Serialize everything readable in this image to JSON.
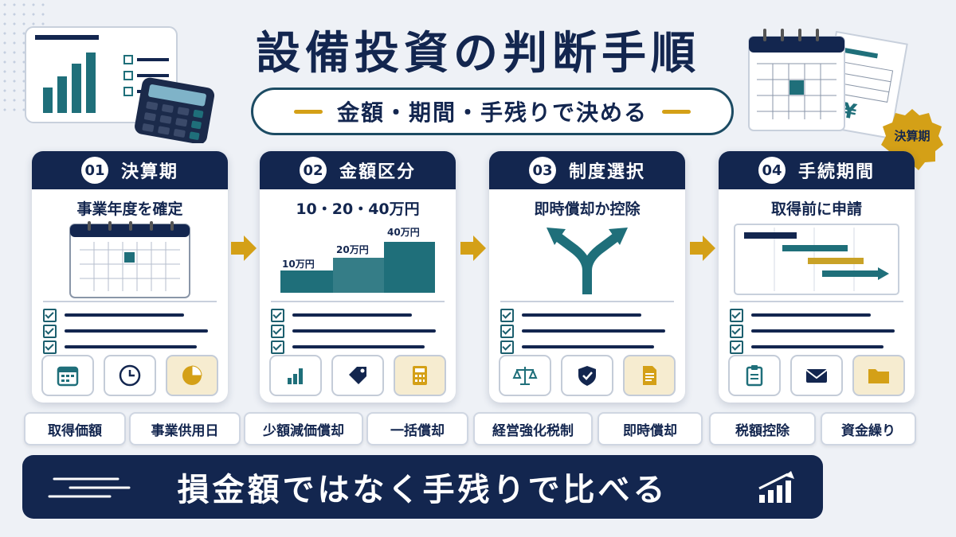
{
  "title": "設備投資の判断手順",
  "subtitle": "金額・期間・手残りで決める",
  "badge": "決算期",
  "steps": [
    {
      "num": "01",
      "title": "決算期",
      "sub": "事業年度を確定",
      "icons": [
        "calendar-icon",
        "clock-icon",
        "pie-chart-icon"
      ]
    },
    {
      "num": "02",
      "title": "金額区分",
      "sub": "10・20・40万円",
      "icons": [
        "bar-chart-icon",
        "price-tag-icon",
        "calculator-icon"
      ],
      "bars": [
        "10万円",
        "20万円",
        "40万円"
      ]
    },
    {
      "num": "03",
      "title": "制度選択",
      "sub": "即時償却か控除",
      "icons": [
        "scales-icon",
        "shield-check-icon",
        "document-icon"
      ]
    },
    {
      "num": "04",
      "title": "手続期間",
      "sub": "取得前に申請",
      "icons": [
        "clipboard-icon",
        "envelope-icon",
        "folder-icon"
      ]
    }
  ],
  "tags": [
    "取得価額",
    "事業供用日",
    "少額減価償却",
    "一括償却",
    "経営強化税制",
    "即時償却",
    "税額控除",
    "資金繰り"
  ],
  "bottom": "損金額ではなく手残りで比べる",
  "colors": {
    "navy": "#13264f",
    "teal": "#1f6f7a",
    "gold": "#d4a017"
  }
}
